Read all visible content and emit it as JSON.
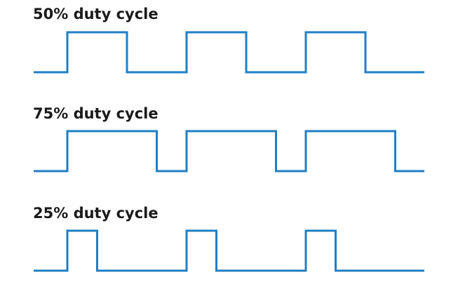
{
  "waveform_color": "#1f7fc4",
  "panels": [
    {
      "title": "50% duty cycle",
      "duty_cycle": 0.5
    },
    {
      "title": "75% duty cycle",
      "duty_cycle": 0.75
    },
    {
      "title": "25% duty cycle",
      "duty_cycle": 0.25
    }
  ]
}
